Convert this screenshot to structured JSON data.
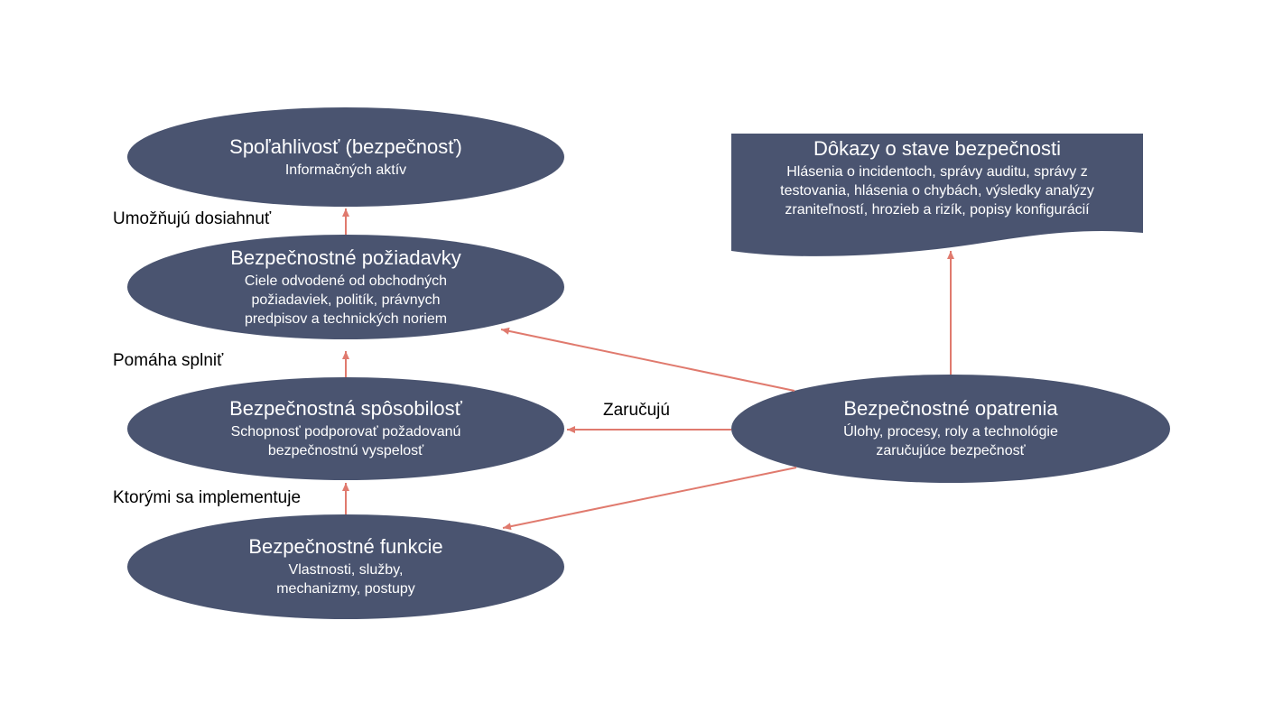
{
  "colors": {
    "node_fill": "#4a5470",
    "arrow": "#e07a6e",
    "text_on_node": "#ffffff",
    "label_text": "#000000"
  },
  "nodes": {
    "reliability": {
      "title": "Spoľahlivosť (bezpečnosť)",
      "desc": "Informačných aktív"
    },
    "requirements": {
      "title": "Bezpečnostné požiadavky",
      "desc_lines": [
        "Ciele odvodené od obchodných",
        "požiadaviek, politík, právnych",
        "predpisov a technických noriem"
      ]
    },
    "capability": {
      "title": "Bezpečnostná spôsobilosť",
      "desc_lines": [
        "Schopnosť podporovať požadovanú",
        "bezpečnostnú vyspelosť"
      ]
    },
    "functions": {
      "title": "Bezpečnostné funkcie",
      "desc_lines": [
        "Vlastnosti, služby,",
        "mechanizmy, postupy"
      ]
    },
    "measures": {
      "title": "Bezpečnostné opatrenia",
      "desc_lines": [
        "Úlohy, procesy, roly a technológie",
        "zaručujúce bezpečnosť"
      ]
    },
    "evidence": {
      "title": "Dôkazy o stave bezpečnosti",
      "desc_lines": [
        "Hlásenia o incidentoch, správy auditu, správy z",
        "testovania, hlásenia o chybách, výsledky analýzy",
        "zraniteľností, hrozieb a rizík, popisy konfigurácií"
      ]
    }
  },
  "edge_labels": {
    "enable": "Umožňujú dosiahnuť",
    "help": "Pomáha splniť",
    "guarantee": "Zaručujú",
    "implement": "Ktorými sa implementuje"
  }
}
